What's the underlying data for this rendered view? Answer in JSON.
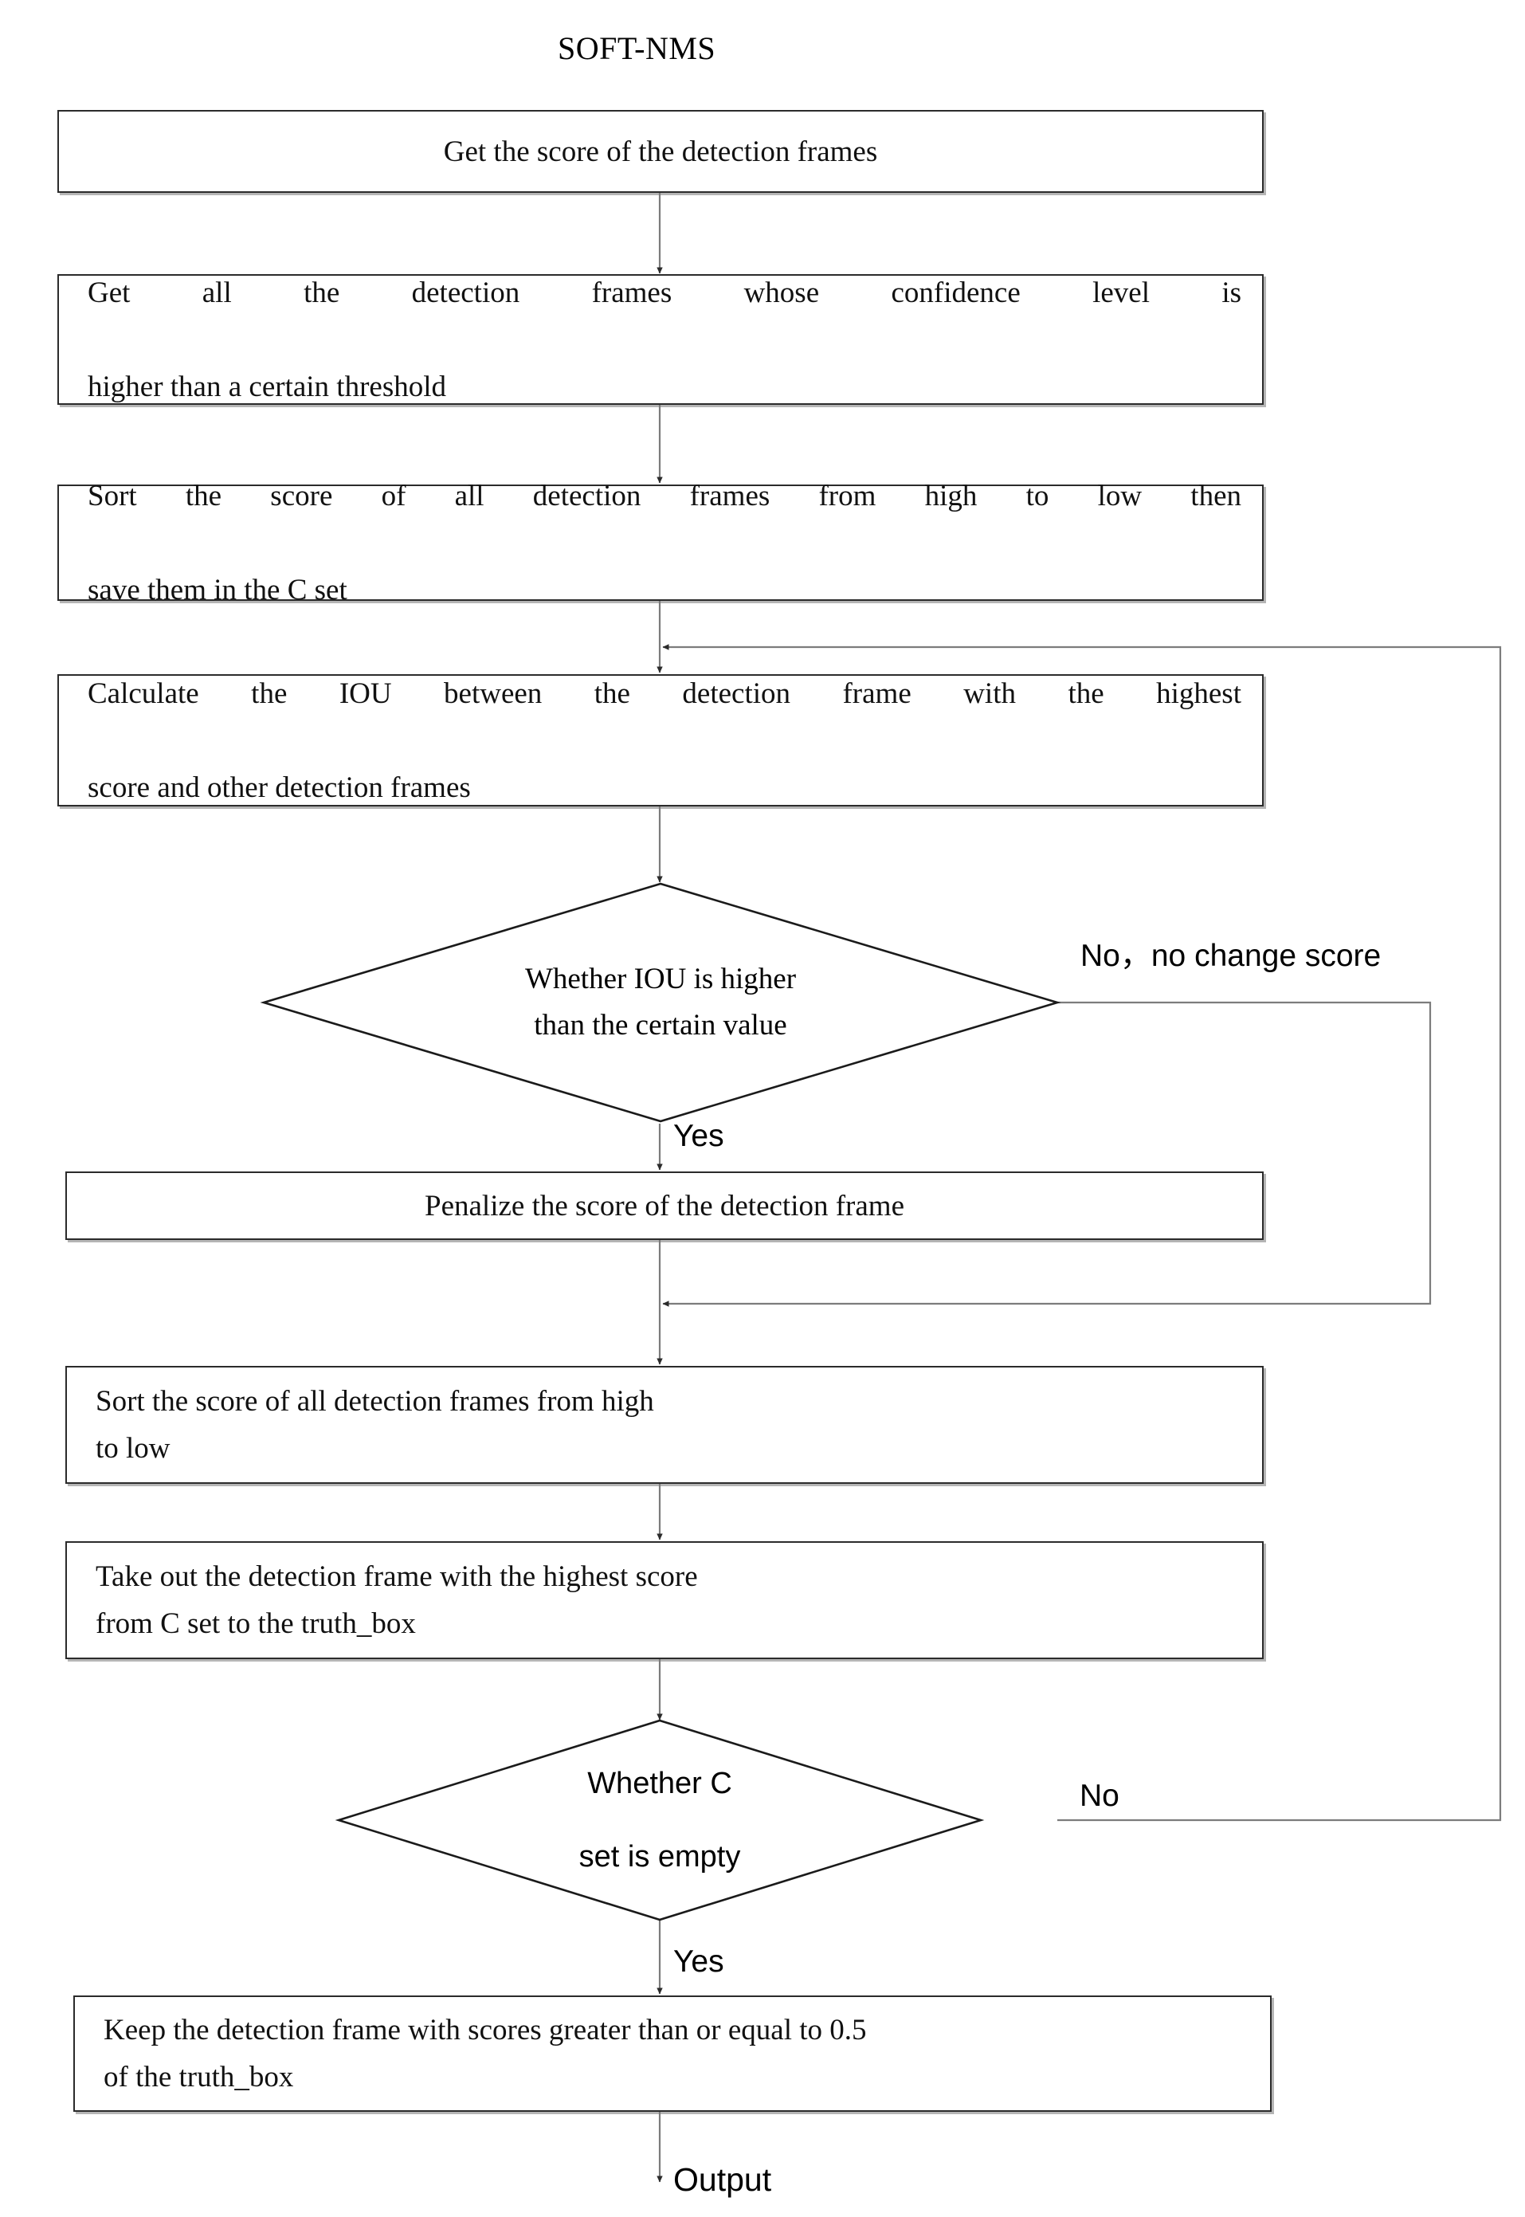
{
  "diagram": {
    "title": "SOFT-NMS",
    "type": "flowchart"
  },
  "nodes": {
    "n1": {
      "kind": "process",
      "line1": "Get the score of the detection frames"
    },
    "n2": {
      "kind": "process",
      "line1": "Get all the detection frames whose confidence level is",
      "line2": "higher than a certain threshold"
    },
    "n3": {
      "kind": "process",
      "line1": "Sort the score of all detection frames from high to low then",
      "line2": "save them in the C set"
    },
    "n4": {
      "kind": "process",
      "line1": "Calculate the IOU between the detection frame with the highest",
      "line2": "score  and other detection frames"
    },
    "d1": {
      "kind": "decision",
      "line1": "Whether  IOU  is  higher",
      "line2": "than the certain value"
    },
    "n5": {
      "kind": "process",
      "line1": "Penalize the score of the detection frame"
    },
    "n6": {
      "kind": "process",
      "line1": "Sort the score of all detection frames from high",
      "line2": "to low"
    },
    "n7": {
      "kind": "process",
      "line1": "Take out the detection frame with the highest score",
      "line2": "from C set to the truth_box"
    },
    "d2": {
      "kind": "decision",
      "line1": "Whether C",
      "line2": "set is empty"
    },
    "n8": {
      "kind": "process",
      "line1": "Keep the detection frame with scores greater than or equal to 0.5",
      "line2": "of the truth_box"
    }
  },
  "edge_labels": {
    "d1_no": "No，no change score",
    "d1_yes": "Yes",
    "d2_no": "No",
    "d2_yes": "Yes",
    "output": "Output"
  },
  "colors": {
    "box_border": "#2b2b2b",
    "box_shadow": "#787878",
    "connector": "#7c7c7c",
    "diamond_stroke": "#1a1a1a",
    "text": "#111111",
    "background": "#ffffff"
  }
}
